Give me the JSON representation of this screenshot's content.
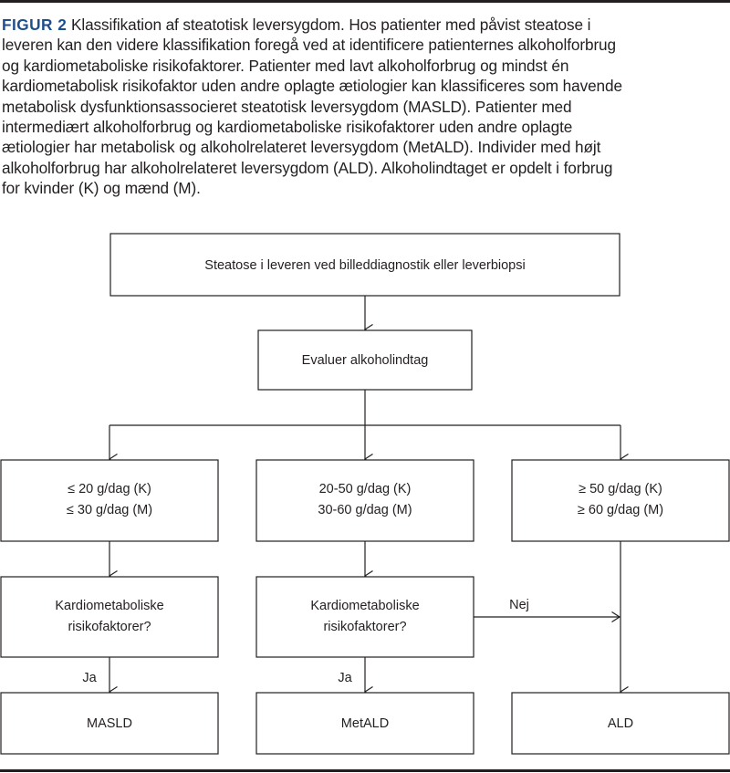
{
  "caption": {
    "label": "FIGUR 2",
    "lines": [
      "Klassifikation af steatotisk leversygdom. Hos patienter med påvist steatose i",
      "leveren kan den videre klassifikation foregå ved at identificere patienternes alkoholforbrug",
      "og kardiometaboliske risikofaktorer. Patienter med lavt alkoholforbrug og mindst én",
      "kardiometabolisk risikofaktor uden andre oplagte ætiologier kan klassificeres som havende",
      "metabolisk dysfunktionsassocieret steatotisk leversygdom (MASLD). Patienter med",
      "intermediært alkoholforbrug og kardiometaboliske risikofaktorer uden andre oplagte",
      "ætiologier har metabolisk og alkoholrelateret leversygdom (MetALD). Individer med højt",
      "alkoholforbrug har alkoholrelateret leversygdom (ALD). Alkoholindtaget er opdelt i forbrug",
      "for kvinder (K) og mænd (M)."
    ]
  },
  "diagram": {
    "top": "Steatose i leveren ved billeddiagnostik eller leverbiopsi",
    "evaluate": "Evaluer alkoholindtag",
    "low": [
      "≤ 20 g/dag (K)",
      "≤ 30 g/dag (M)"
    ],
    "mid": [
      "20-50 g/dag (K)",
      "30-60 g/dag (M)"
    ],
    "high": [
      "≥ 50 g/dag (K)",
      "≥ 60 g/dag (M)"
    ],
    "risk_left": [
      "Kardiometaboliske",
      "risikofaktorer?"
    ],
    "risk_mid": [
      "Kardiometaboliske",
      "risikofaktorer?"
    ],
    "yes": "Ja",
    "no": "Nej",
    "masld": "MASLD",
    "metald": "MetALD",
    "ald": "ALD"
  }
}
